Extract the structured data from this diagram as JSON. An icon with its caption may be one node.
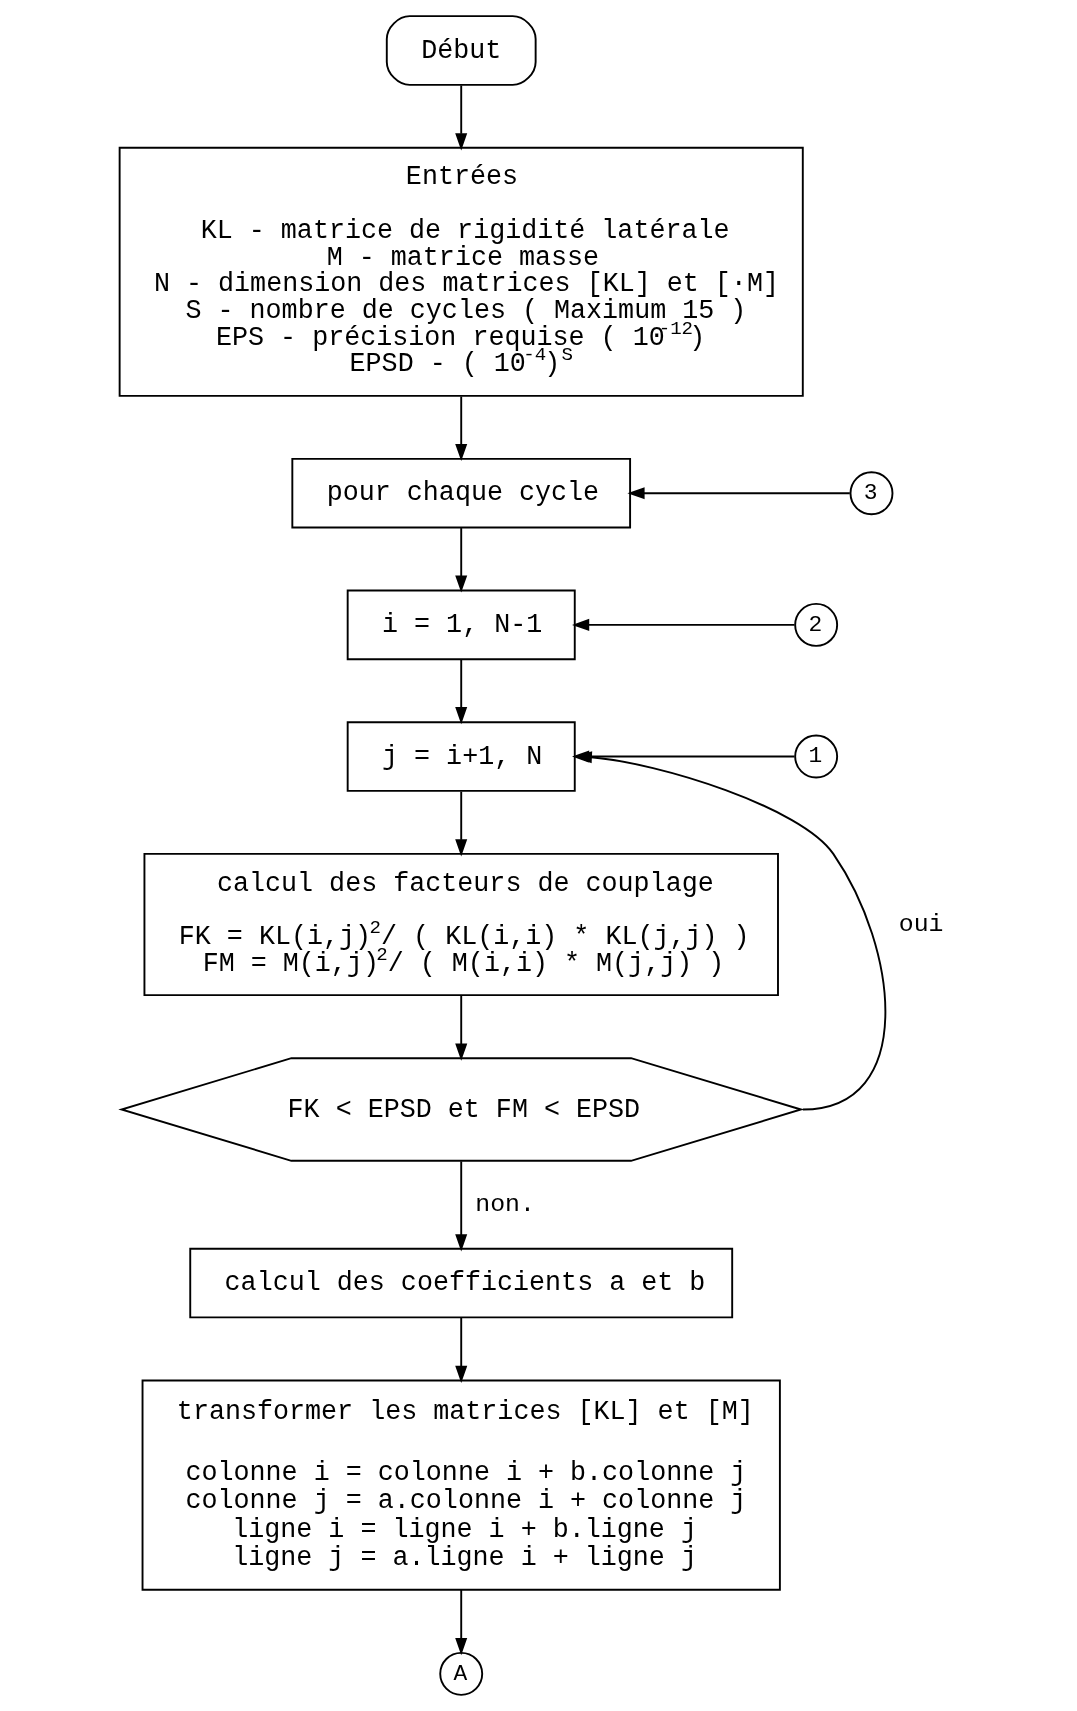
{
  "diagram": {
    "nodes": [
      {
        "text": [
          "Début"
        ]
      },
      {
        "text": [
          "Entrées",
          "KL - matrice de rigidité latérale",
          "M - matrice masse",
          "N - dimension des matrices [KL] et [·M]",
          "S - nombre de cycles ( Maximum 15 )",
          "EPS - précision requise ( 10$^{-12}$)",
          "EPSD - ( 10$^{-4}$)$^{S}$"
        ]
      },
      {
        "text": [
          "pour chaque cycle"
        ]
      },
      {
        "text": [
          "3"
        ]
      },
      {
        "text": [
          "i = 1, N-1"
        ]
      },
      {
        "text": [
          "2"
        ]
      },
      {
        "text": [
          "j = i+1, N"
        ]
      },
      {
        "text": [
          "1"
        ]
      },
      {
        "text": [
          "calcul des facteurs de couplage",
          "FK = KL(i,j)$^{2}$/ ( KL(i,i) * KL(j,j) )",
          "FM = M(i,j)$^{2}$/ ( M(i,i) * M(j,j) )"
        ]
      },
      {
        "text": [
          "FK < EPSD et FM < EPSD"
        ]
      },
      {
        "text": [
          "calcul des coefficients a et b"
        ]
      },
      {
        "text": [
          "transformer les matrices [KL] et [M]",
          "colonne i = colonne i + b.colonne j",
          "colonne j = a.colonne i + colonne j",
          "ligne i = ligne i + b.ligne j",
          "ligne j = a.ligne i + ligne j"
        ]
      },
      {
        "text": [
          "A"
        ]
      }
    ],
    "edges": [
      {
        "from": 0,
        "to": 1,
        "arrow": "to"
      },
      {
        "from": 1,
        "to": 2,
        "arrow": "to"
      },
      {
        "from": 3,
        "to": 2,
        "arrow": "to"
      },
      {
        "from": 2,
        "to": 4,
        "arrow": "to"
      },
      {
        "from": 5,
        "to": 4,
        "arrow": "to"
      },
      {
        "from": 4,
        "to": 6,
        "arrow": "to"
      },
      {
        "from": 7,
        "to": 6,
        "arrow": "to"
      },
      {
        "from": 6,
        "to": 8,
        "arrow": "to"
      },
      {
        "from": 8,
        "to": 9,
        "arrow": "to"
      },
      {
        "from": 9,
        "to": 6,
        "arrow": "to",
        "label": "oui"
      },
      {
        "from": 9,
        "to": 10,
        "arrow": "to",
        "label": "non."
      },
      {
        "from": 10,
        "to": 11,
        "arrow": "to"
      },
      {
        "from": 11,
        "to": 12,
        "arrow": "to"
      }
    ]
  }
}
